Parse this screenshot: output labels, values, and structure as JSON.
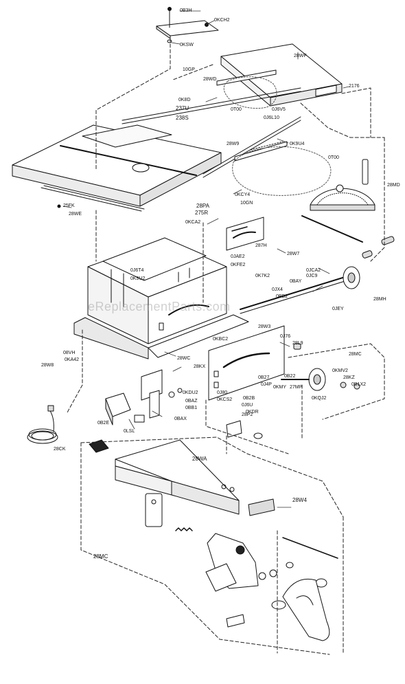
{
  "diagram": {
    "watermark": "eReplacementParts.com",
    "labels": {
      "0b3h": "0B3H",
      "0kch2": "0KCH2",
      "0ksw": "0KSW",
      "28wf": "28WF",
      "10gp": "10GP",
      "28wd": "28WD",
      "2176": "2176",
      "0k8d": "0K8D",
      "237u": "237U",
      "238s": "238S",
      "0t00_top": "0T00",
      "0j6v": "0J6V5",
      "0j6l": "0J6L10",
      "0k9u4": "0K9U4",
      "28w9": "28W9",
      "0t00_mid": "0T00",
      "0kcy4": "0KCY4",
      "10gn": "10GN",
      "28md": "28MD",
      "25fk": "25FK",
      "28we": "28WE",
      "28pa": "28PA",
      "275r": "275R",
      "0kca": "0KCA2",
      "287h": "287H",
      "0jae": "0JAE2",
      "0kfe": "0KFE2",
      "28w7": "28W7",
      "0j6t": "0J6T4",
      "0k9u2": "0K9U2",
      "0jca": "0JCA2",
      "0jc9": "0JC9",
      "0bay": "0BAY",
      "0k7k": "0K7K2",
      "0jx": "0JX4",
      "0bb2": "0BB2",
      "28mh": "28MH",
      "0jey": "0JEY",
      "28w3": "28W3",
      "0j76": "0J76",
      "28l9": "28L9",
      "0kbc": "0KBC2",
      "28mc_right": "28MC",
      "08vh": "08VH",
      "0ka4": "0KA42",
      "28wc": "28WC",
      "28kx": "28KX",
      "28w8": "28W8",
      "0b27": "0B27",
      "0j4p": "0J4P",
      "0b22": "0B22",
      "0kmv2": "0KMV2",
      "28kz": "28KZ",
      "0b1x": "0B1X2",
      "0kdu": "0KDU2",
      "0baz": "0BAZ",
      "0bb1": "0BB1",
      "0kmy": "0KMY",
      "27mp": "27MP",
      "0kqj": "0KQJ2",
      "0j80": "0J80",
      "0kcs": "0KCS2",
      "0j6u": "0J6U",
      "0kdr": "0KDR",
      "0b2b": "0B2B",
      "0bax": "0BAX",
      "0b2e": "0B2E",
      "0lsl": "0LSL",
      "28p2": "28P2",
      "28ck": "28CK",
      "28wa": "28WA",
      "28w4": "28W4",
      "28mc_bottom": "28MC"
    }
  }
}
